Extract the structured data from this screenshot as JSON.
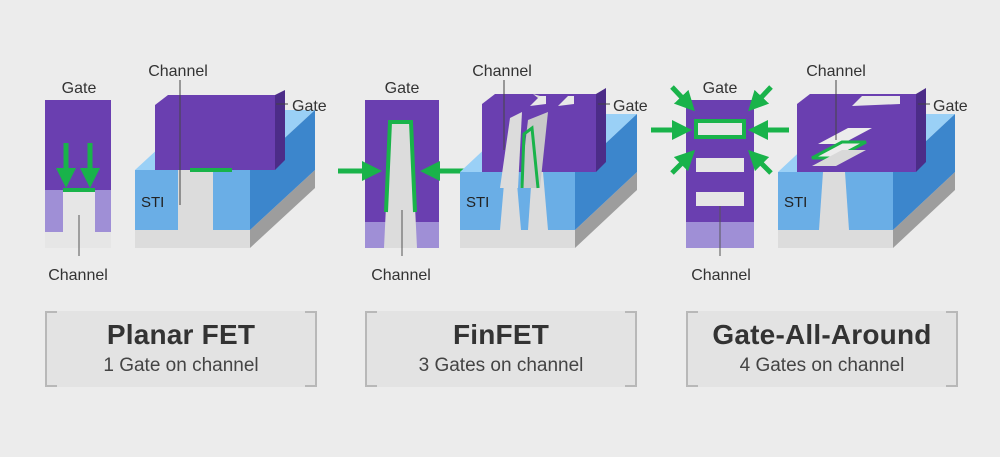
{
  "colors": {
    "gate": "#6a3fb0",
    "gate_top": "#8a6bd0",
    "gate_side": "#4c2c88",
    "sti": "#6aaee6",
    "sti_top": "#9ad0f6",
    "sti_side": "#3c86cc",
    "substrate": "#dcdcdc",
    "substrate_side": "#9d9d9d",
    "well": "#9f8fd6",
    "arrow": "#19b34a",
    "card_bg": "#e3e3e3"
  },
  "planar": {
    "xsec_gate_label": "Gate",
    "xsec_channel_label": "Channel",
    "iso_channel_label": "Channel",
    "iso_gate_label": "Gate",
    "sti_label": "STI",
    "title": "Planar FET",
    "subtitle": "1 Gate on channel"
  },
  "finfet": {
    "xsec_gate_label": "Gate",
    "xsec_channel_label": "Channel",
    "iso_channel_label": "Channel",
    "iso_gate_label": "Gate",
    "sti_label": "STI",
    "title": "FinFET",
    "subtitle": "3 Gates on channel"
  },
  "gaa": {
    "xsec_gate_label": "Gate",
    "xsec_channel_label": "Channel",
    "iso_channel_label": "Channel",
    "iso_gate_label": "Gate",
    "sti_label": "STI",
    "title": "Gate-All-Around",
    "subtitle": "4 Gates on channel"
  }
}
